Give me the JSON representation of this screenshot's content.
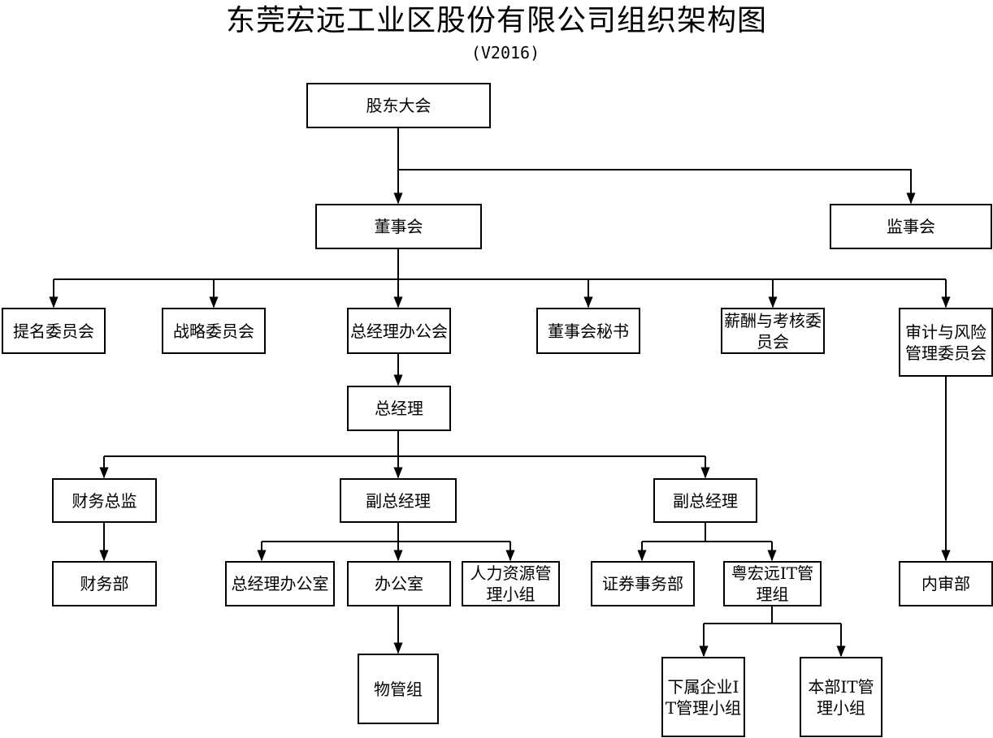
{
  "title": "东莞宏远工业区股份有限公司组织架构图",
  "version": "(V2016)",
  "nodes": {
    "shareholders_meeting": "股东大会",
    "board_of_directors": "董事会",
    "supervisory_board": "监事会",
    "nomination_committee": "提名委员会",
    "strategy_committee": "战略委员会",
    "gm_office_meeting": "总经理办公会",
    "board_secretary": "董事会秘书",
    "compensation_committee": "薪酬与考核委员会",
    "audit_risk_committee": "审计与风险管理委员会",
    "general_manager": "总经理",
    "finance_director": "财务总监",
    "deputy_gm_1": "副总经理",
    "deputy_gm_2": "副总经理",
    "finance_department": "财务部",
    "gm_office": "总经理办公室",
    "office": "办公室",
    "hr_group": "人力资源管理小组",
    "securities_department": "证券事务部",
    "it_management_group": "粤宏远IT管理组",
    "internal_audit_department": "内审部",
    "property_group": "物管组",
    "subsidiary_it_group": "下属企业IT管理小组",
    "headquarters_it_group": "本部IT管理小组"
  },
  "structure": [
    {
      "parent": "股东大会",
      "children": [
        "董事会",
        "监事会"
      ]
    },
    {
      "parent": "董事会",
      "children": [
        "提名委员会",
        "战略委员会",
        "总经理办公会",
        "董事会秘书",
        "薪酬与考核委员会",
        "审计与风险管理委员会"
      ]
    },
    {
      "parent": "总经理办公会",
      "children": [
        "总经理"
      ]
    },
    {
      "parent": "总经理",
      "children": [
        "财务总监",
        "副总经理",
        "副总经理"
      ]
    },
    {
      "parent": "财务总监",
      "children": [
        "财务部"
      ]
    },
    {
      "parent": "副总经理",
      "children": [
        "总经理办公室",
        "办公室",
        "人力资源管理小组"
      ]
    },
    {
      "parent": "办公室",
      "children": [
        "物管组"
      ]
    },
    {
      "parent": "副总经理",
      "children": [
        "证券事务部",
        "粤宏远IT管理组"
      ]
    },
    {
      "parent": "粤宏远IT管理组",
      "children": [
        "下属企业IT管理小组",
        "本部IT管理小组"
      ]
    },
    {
      "parent": "审计与风险管理委员会",
      "children": [
        "内审部"
      ]
    }
  ]
}
